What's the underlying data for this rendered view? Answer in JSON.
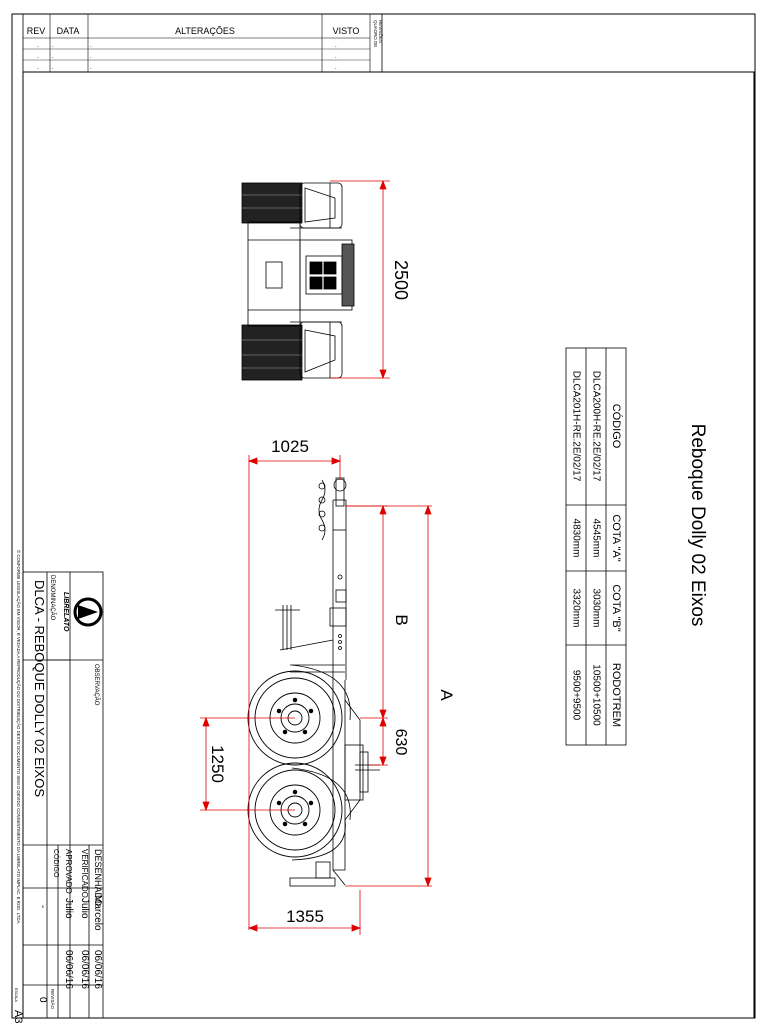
{
  "revision_table": {
    "headers": {
      "rev": "REV",
      "date": "DATA",
      "changes": "ALTERAÇÕES",
      "seen": "VISTO"
    },
    "quadro_label_1": "QUADRO DE",
    "quadro_label_2": "REVISÕES",
    "placeholder": "."
  },
  "drawing": {
    "title": "Reboque Dolly 02 Eixos",
    "dimensions": {
      "width": "2500",
      "drawbar": "1025",
      "b": "B",
      "a": "A",
      "offset": "630",
      "axle_spacing": "1250",
      "rear": "1355"
    }
  },
  "spec_table": {
    "headers": [
      "CÓDIGO",
      "COTA \"A\"",
      "COTA \"B\"",
      "RODOTREM"
    ],
    "rows": [
      [
        "DLCA200H-RE.2E/02/17",
        "4545mm",
        "3030mm",
        "10500+10500"
      ],
      [
        "DLCA201H-RE.2E/02/17",
        "4830mm",
        "3320mm",
        "9500+9500"
      ]
    ]
  },
  "title_block": {
    "observation_label": "OBSERVAÇÃO",
    "denomination_label": "DENOMINAÇÃO",
    "denomination": "DLCA - REBOQUE DOLLY 02 EIXOS",
    "brand": "LIBRELATO",
    "drawn_label": "DESENHADO",
    "drawn_by": "Marcelo",
    "drawn_date": "06/06/16",
    "verified_label": "VERIFICADO",
    "verified_by": "Julio",
    "verified_date": "06/06/16",
    "approved_label": "APROVADO",
    "approved_by": "Julio",
    "approved_date": "06/06/16",
    "code_label": "CÓDIGO",
    "code_value": "-",
    "revision_label": "REVISÃO",
    "revision_value": "0",
    "sheet_size": "A3",
    "footer_tiny": "ESCALA",
    "copyright": "© CONFORME LEGISLAÇÃO EM VIGOR, É VEDADA A REPRODUÇÃO OU DISTRIBUIÇÃO DESTE DOCUMENTO SEM O DEVIDO CONSENTIMENTO DA LIBRELATO IMPLAC. E ROD. LTDA."
  },
  "colors": {
    "dimension": "#e00000",
    "line": "#000000"
  }
}
